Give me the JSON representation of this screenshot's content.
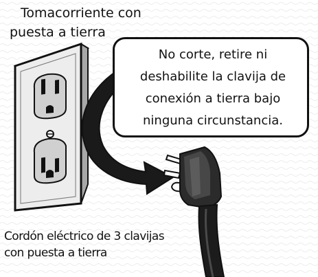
{
  "outlet_label": {
    "line1": "Tomacorriente con",
    "line2": "puesta a tierra"
  },
  "warning": {
    "line1": "No corte, retire ni",
    "line2": "deshabilite la clavija de",
    "line3": "conexión a tierra bajo",
    "line4": "ninguna circunstancia."
  },
  "cord_label": {
    "line1": "Cordón eléctrico de 3 clavijas",
    "line2": "con puesta a tierra"
  },
  "colors": {
    "ink": "#111111",
    "paper": "#ffffff",
    "outlet_shade": "#d9d9d9",
    "arrow": "#1a1a1a"
  },
  "icons": [
    "wall-outlet-icon",
    "three-prong-plug-icon",
    "curved-arrow-icon"
  ]
}
